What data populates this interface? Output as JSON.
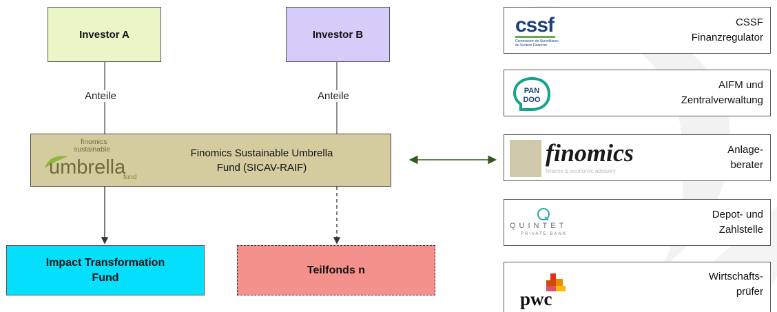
{
  "investors": [
    {
      "label": "Investor A",
      "flow_label": "Anteile"
    },
    {
      "label": "Investor B",
      "flow_label": "Anteile"
    }
  ],
  "fund": {
    "name_line1": "Finomics Sustainable Umbrella",
    "name_line2": "Fund (SICAV-RAIF)",
    "logo_small_1": "finomics",
    "logo_small_2": "sustainable",
    "logo_word": "umbrella",
    "logo_fund": "fund"
  },
  "subfunds": [
    {
      "line1": "Impact Transformation",
      "line2": "Fund",
      "style": "solid"
    },
    {
      "line1": "Teilfonds n",
      "style": "dashed"
    }
  ],
  "service_providers": [
    {
      "logo_text": "cssf",
      "logo_sub_1": "Commission de Surveillance",
      "logo_sub_2": "du Secteur Financier",
      "role_line1": "CSSF",
      "role_line2": "Finanzregulator"
    },
    {
      "logo_text_1": "PAN",
      "logo_text_2": "DOO",
      "role_line1": "AIFM und",
      "role_line2": "Zentralverwaltung"
    },
    {
      "logo_text": "finomics",
      "logo_sub": "finance & economic advisory",
      "role_line1": "Anlage-",
      "role_line2": "berater"
    },
    {
      "logo_text": "QUINTET",
      "logo_sub": "PRIVATE BANK",
      "role_line1": "Depot- und",
      "role_line2": "Zahlstelle"
    },
    {
      "logo_text": "pwc",
      "role_line1": "Wirtschafts-",
      "role_line2": "prüfer"
    }
  ],
  "colors": {
    "investor_a": "#eaf5c8",
    "investor_b": "#d6ccfa",
    "fund": "#d4cc9f",
    "impact_fund": "#03dffc",
    "teilfonds": "#f4918c",
    "arrow_green": "#2e5a1c"
  }
}
